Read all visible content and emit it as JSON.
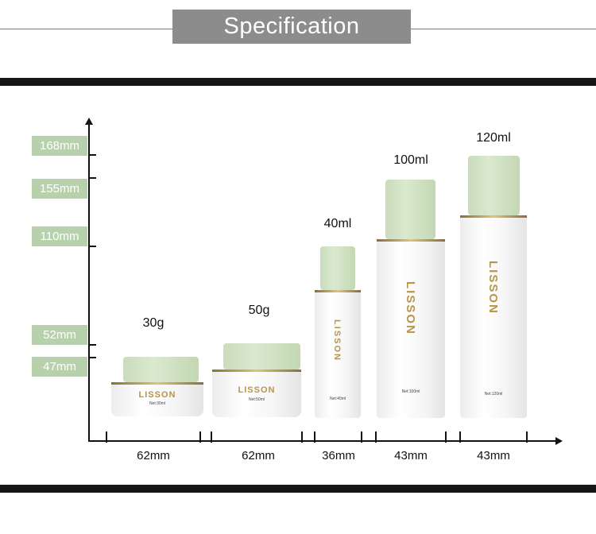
{
  "header": {
    "title": "Specification"
  },
  "height_labels": [
    "168mm",
    "155mm",
    "110mm",
    "52mm",
    "47mm"
  ],
  "products": [
    {
      "capacity": "30g",
      "width": "62mm",
      "brand": "LISSON",
      "net": "Net:30ml"
    },
    {
      "capacity": "50g",
      "width": "62mm",
      "brand": "LISSON",
      "net": "Net:50ml"
    },
    {
      "capacity": "40ml",
      "width": "36mm",
      "brand": "LISSON",
      "net": "Net:40ml"
    },
    {
      "capacity": "100ml",
      "width": "43mm",
      "brand": "LISSON",
      "net": "Net:100ml"
    },
    {
      "capacity": "120ml",
      "width": "43mm",
      "brand": "LISSON",
      "net": "Net:120ml"
    }
  ],
  "colors": {
    "header_bg": "#8c8c8c",
    "label_bg": "#b8d1ad",
    "cap_green": "#cfe0c2",
    "brand_gold": "#b89548",
    "band": "#161616"
  }
}
